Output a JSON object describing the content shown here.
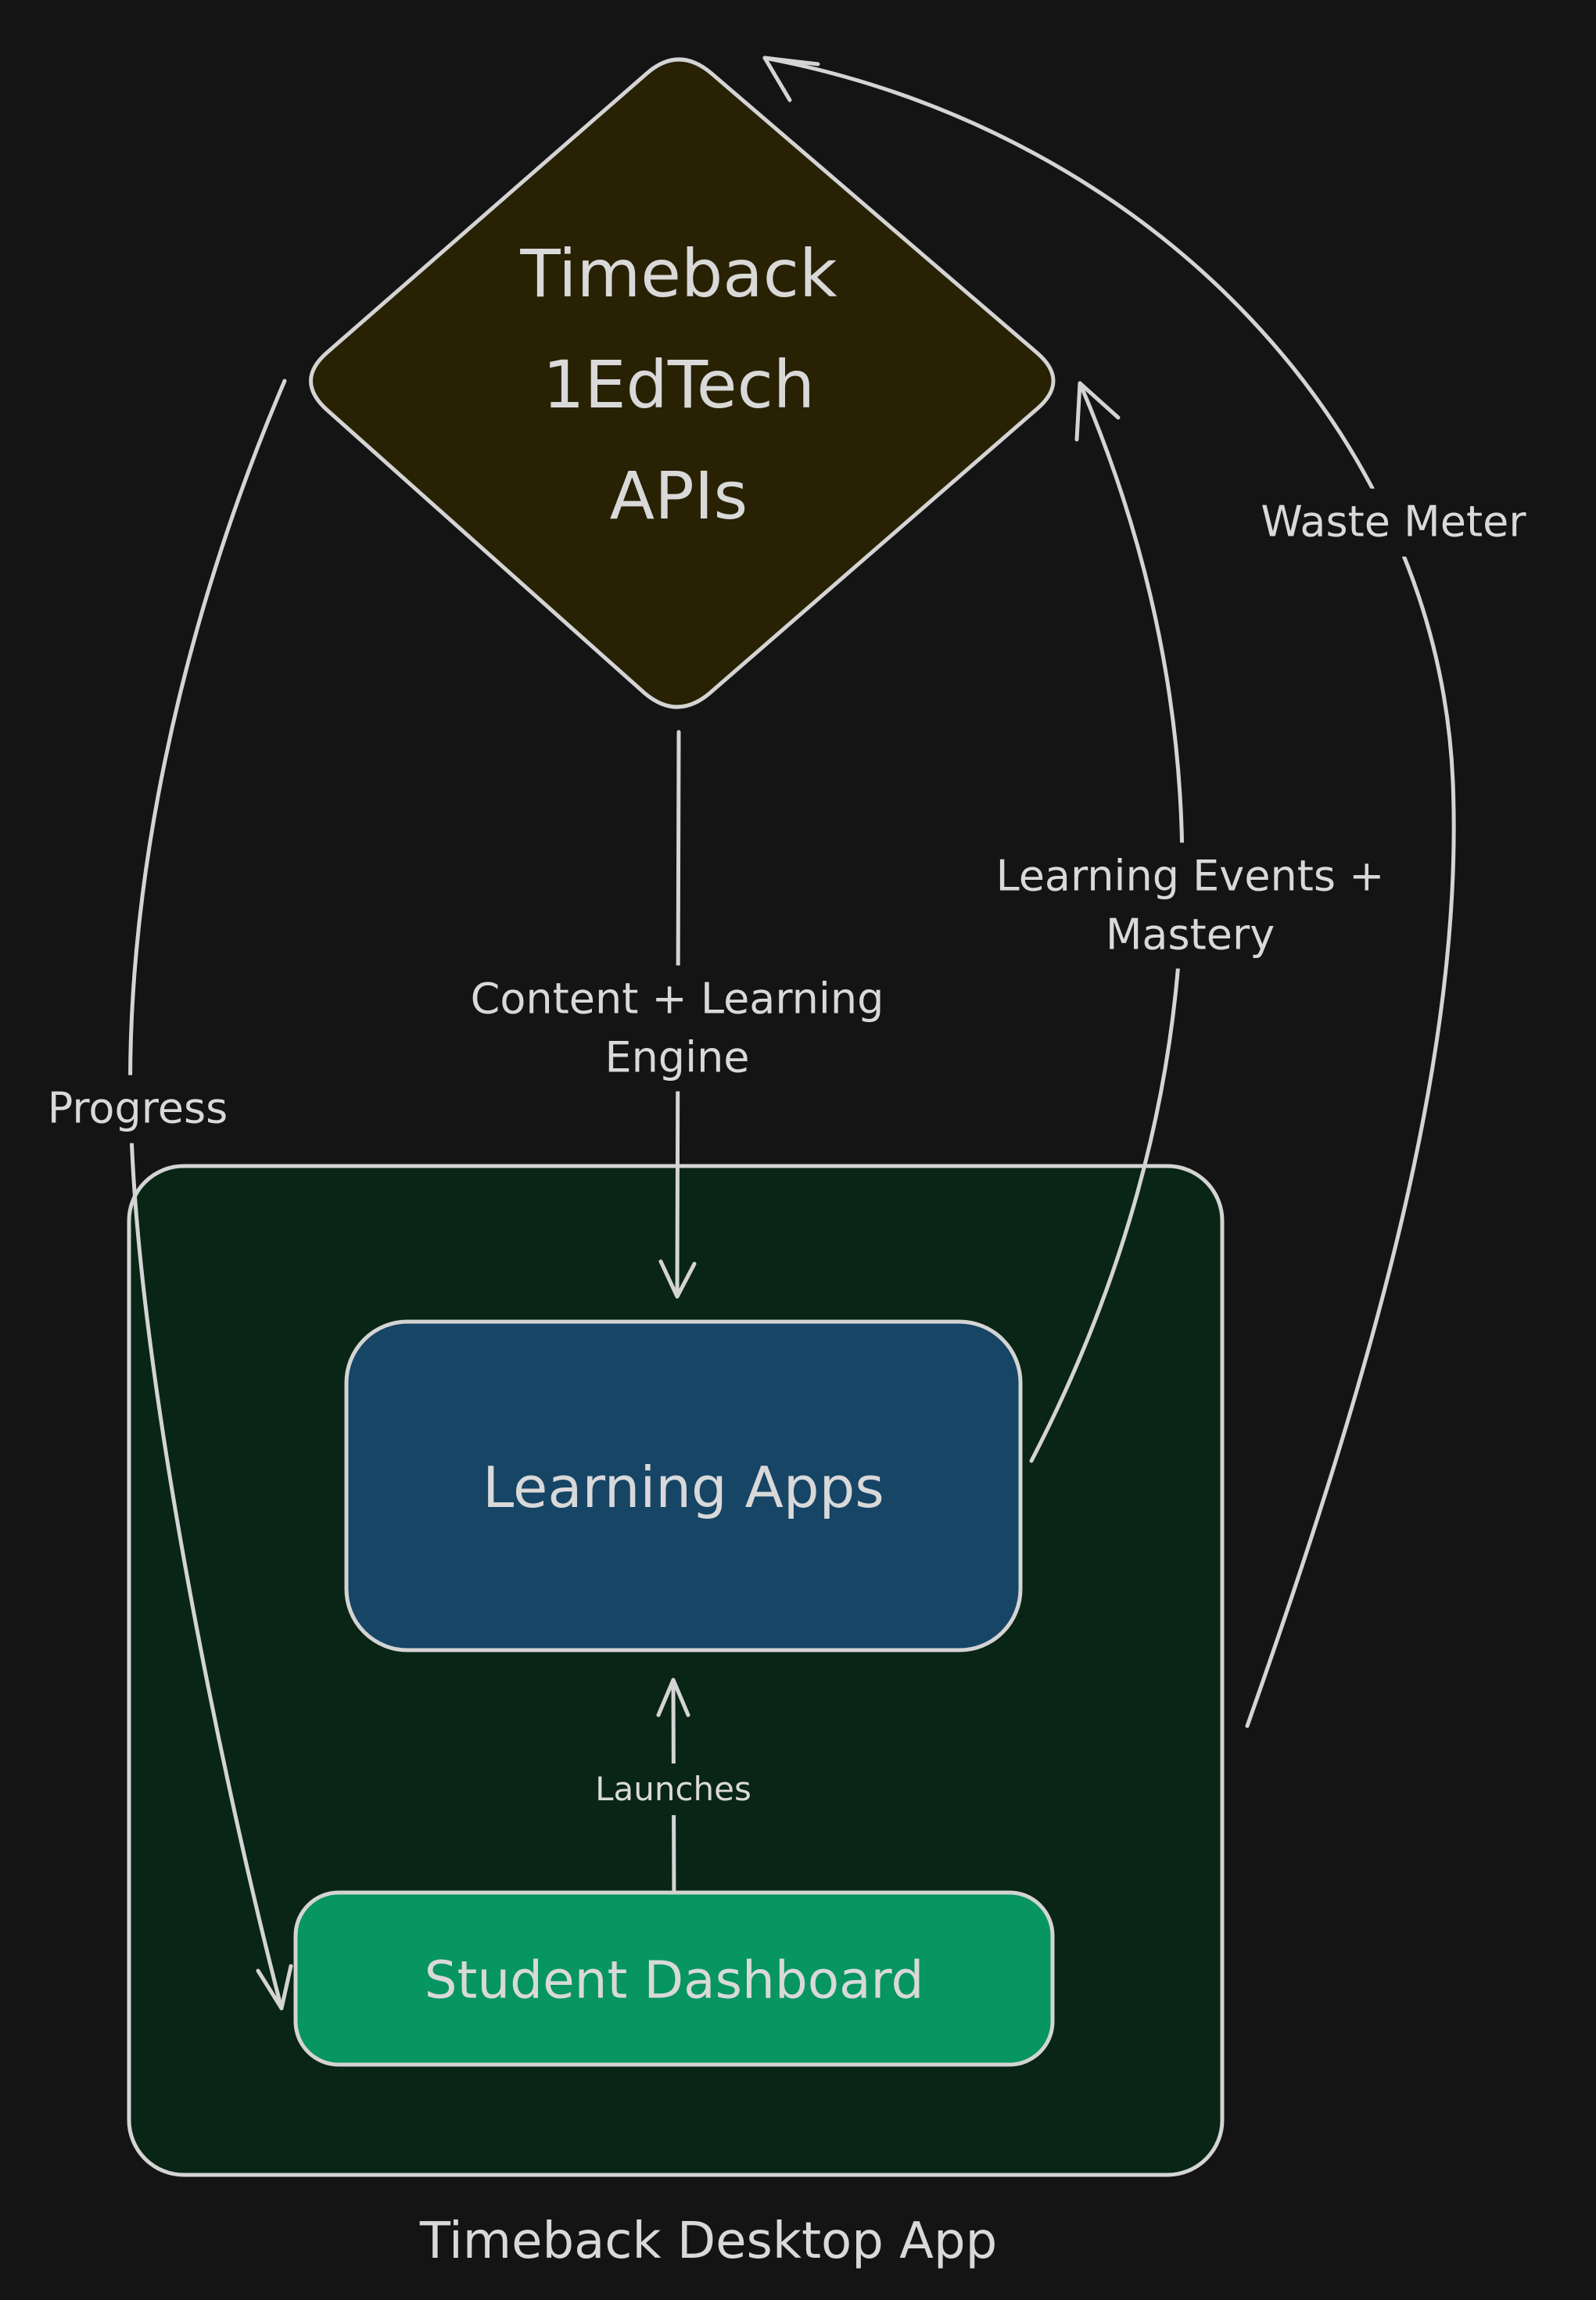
{
  "canvas": {
    "background": "#141414",
    "line_color": "#d4d4d4",
    "text_color": "#d9d9d9"
  },
  "nodes": {
    "timeback_apis": {
      "label_lines": [
        "Timeback",
        "1EdTech",
        "APIs"
      ],
      "shape": "diamond",
      "fill": "#292104"
    },
    "desktop_app": {
      "label": "Timeback Desktop App",
      "shape": "rounded-rectangle",
      "fill": "#092515"
    },
    "learning_apps": {
      "label": "Learning Apps",
      "shape": "rounded-rectangle",
      "fill": "#164566"
    },
    "student_dashboard": {
      "label": "Student Dashboard",
      "shape": "rounded-rectangle",
      "fill": "#079562"
    }
  },
  "edges": {
    "content_engine": {
      "label_lines": [
        "Content + Learning",
        "Engine"
      ],
      "from": "Timeback 1EdTech APIs",
      "to": "Learning Apps"
    },
    "learning_events": {
      "label_lines": [
        "Learning Events +",
        "Mastery"
      ],
      "from": "Learning Apps",
      "to": "Timeback 1EdTech APIs"
    },
    "waste_meter": {
      "label": "Waste Meter",
      "from": "Timeback Desktop App",
      "to": "Timeback 1EdTech APIs"
    },
    "progress": {
      "label": "Progress",
      "from": "Timeback 1EdTech APIs",
      "to": "Student Dashboard"
    },
    "launches": {
      "label": "Launches",
      "from": "Student Dashboard",
      "to": "Learning Apps"
    }
  }
}
